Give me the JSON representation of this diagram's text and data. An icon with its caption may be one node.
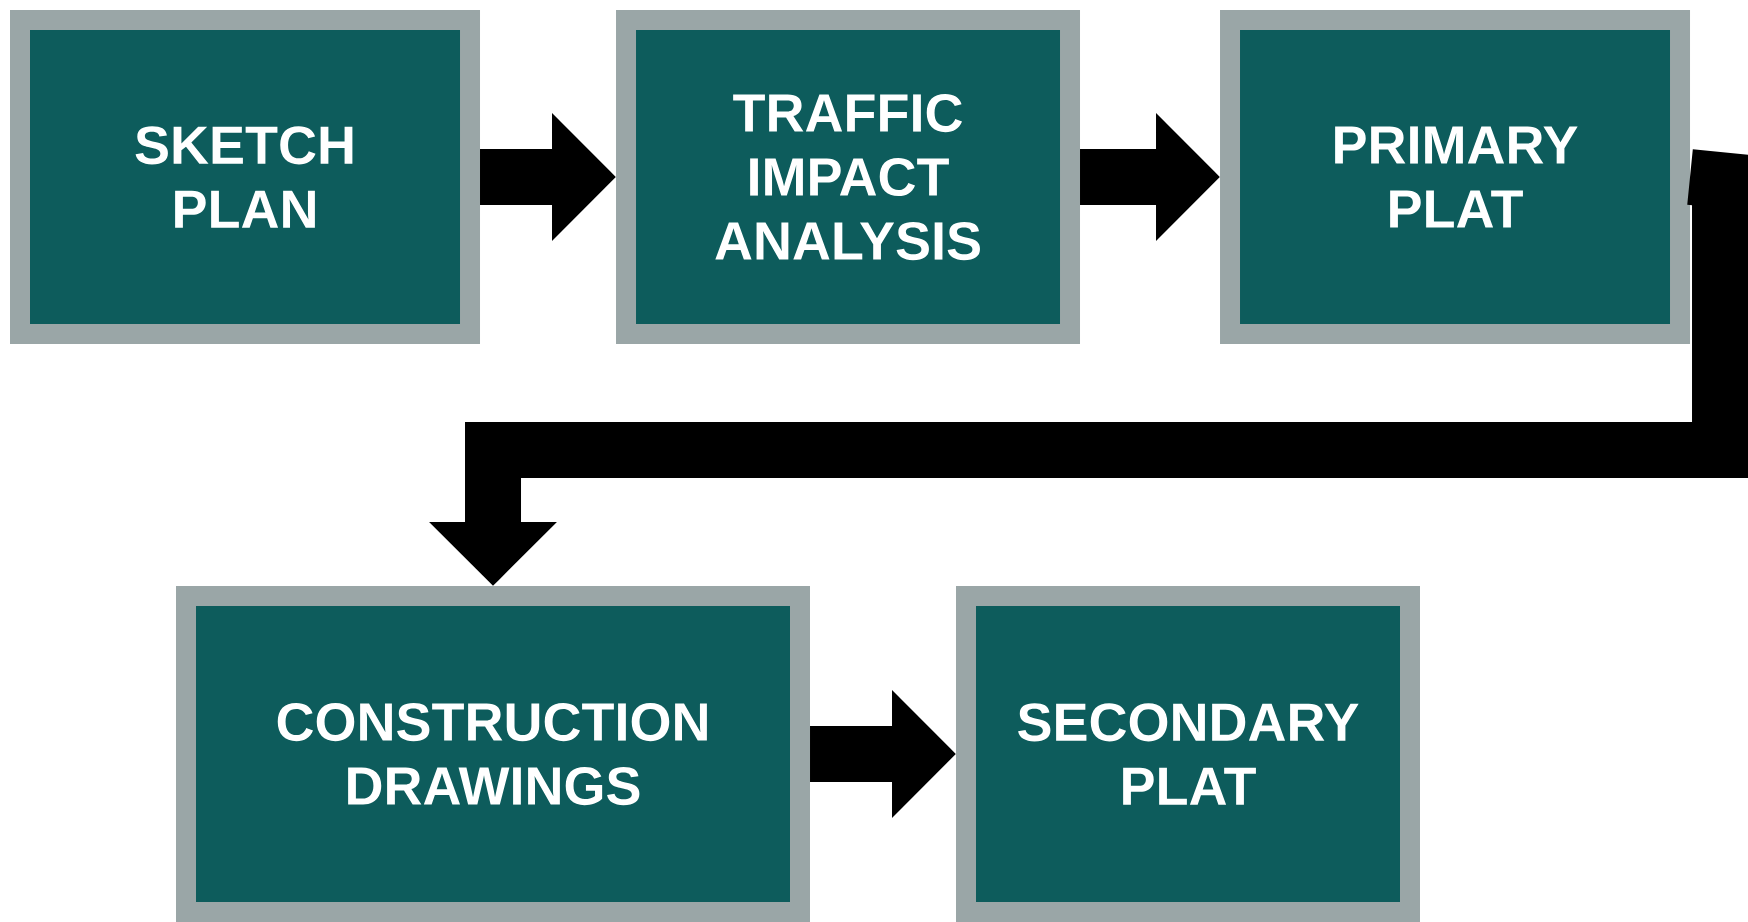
{
  "diagram": {
    "nodes": [
      {
        "text": [
          "SKETCH PLAN"
        ]
      },
      {
        "text": [
          "TRAFFIC IMPACT ANALYSIS"
        ]
      },
      {
        "text": [
          "PRIMARY PLAT"
        ]
      },
      {
        "text": [
          "CONSTRUCTION DRAWINGS"
        ]
      },
      {
        "text": [
          "SECONDARY PLAT"
        ]
      }
    ],
    "edges": [
      {
        "from": 0,
        "to": 1,
        "arrow": "to"
      },
      {
        "from": 1,
        "to": 2,
        "arrow": "to"
      },
      {
        "from": 2,
        "to": 3,
        "arrow": "to"
      },
      {
        "from": 3,
        "to": 4,
        "arrow": "to"
      }
    ]
  }
}
